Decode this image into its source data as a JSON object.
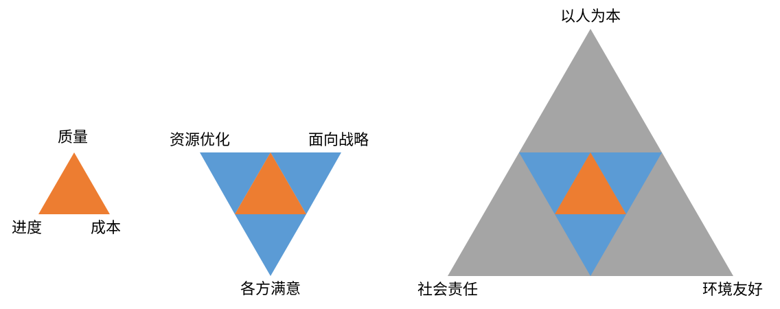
{
  "colors": {
    "orange": "#ED7D31",
    "blue": "#5B9BD5",
    "gray": "#A5A5A5",
    "background": "#FFFFFF",
    "text": "#000000"
  },
  "diagram_small": {
    "top_label": "质量",
    "left_label": "进度",
    "right_label": "成本"
  },
  "diagram_medium": {
    "top_left_label": "资源优化",
    "top_right_label": "面向战略",
    "bottom_label": "各方满意"
  },
  "diagram_large": {
    "top_label": "以人为本",
    "left_label": "社会责任",
    "right_label": "环境友好"
  }
}
